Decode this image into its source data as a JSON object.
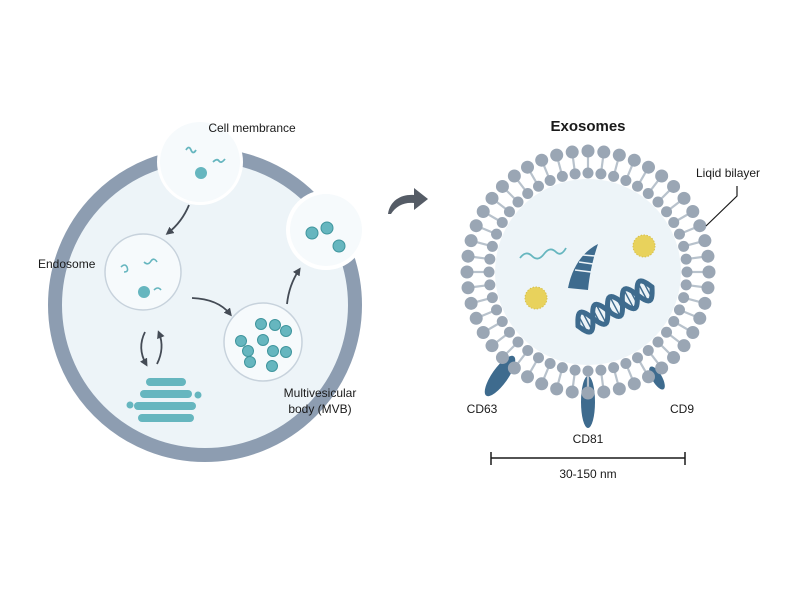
{
  "labels": {
    "cell_membrance": "Cell membrance",
    "endosome": "Endosome",
    "mvb_line1": "Multivesicular",
    "mvb_line2": "body (MVB)",
    "exosomes_title": "Exosomes",
    "lipid_bilayer": "Liqid bilayer",
    "cd63": "CD63",
    "cd81": "CD81",
    "cd9": "CD9",
    "size_range": "30-150 nm"
  },
  "colors": {
    "cell_border": "#8d9db1",
    "cytoplasm": "#edf4f8",
    "vesicle_fill": "#f6fafc",
    "teal": "#66b6bf",
    "teal_dark": "#3f959d",
    "protein_blue": "#3e6b8e",
    "lipid_head": "#9aa6b4",
    "lipid_tail": "#b8c2cc",
    "yellow": "#e8d25c",
    "arrow": "#444b55"
  }
}
